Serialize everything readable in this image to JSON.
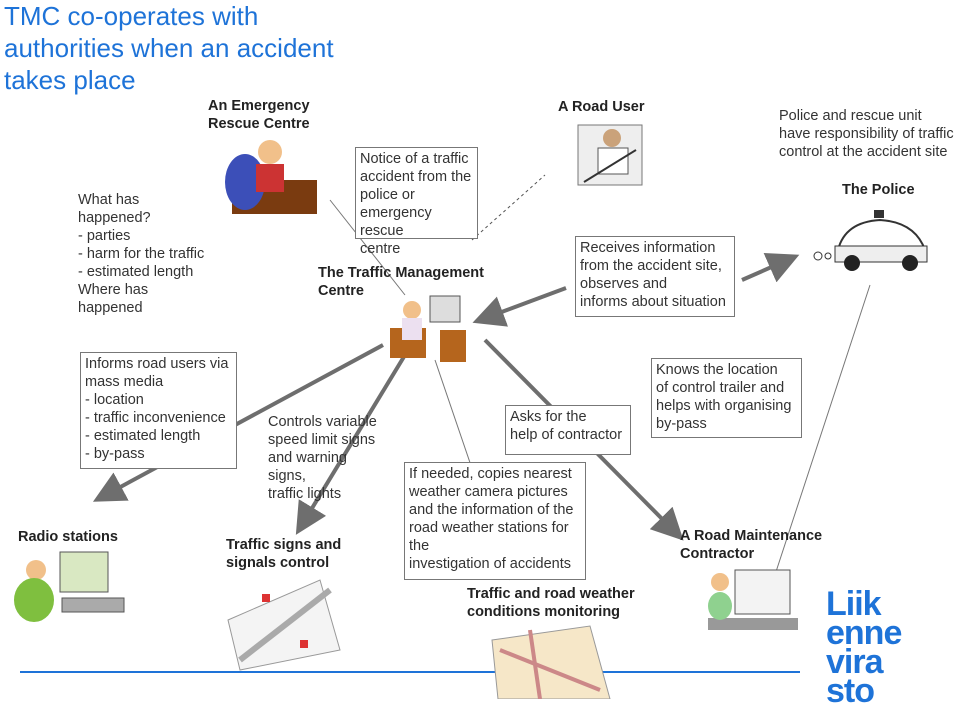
{
  "title": "TMC co-operates with authorities when an accident takes place",
  "nodes": {
    "emergency_centre": "An Emergency\nRescue Centre",
    "road_user": "A Road User",
    "police": "The Police",
    "tmc": "The Traffic Management\nCentre",
    "radio": "Radio stations",
    "signs": "Traffic signs and\nsignals control",
    "monitoring": "Traffic and road weather\nconditions monitoring",
    "contractor": "A Road Maintenance\nContractor"
  },
  "notes": {
    "what_happened": "What has\nhappened?\n- parties\n- harm for the traffic\n- estimated length\nWhere has\nhappened",
    "notice": "Notice of a traffic\naccident from the\npolice or\nemergency rescue\ncentre",
    "receives": "Receives information\nfrom the accident site,\nobserves and\ninforms about situation",
    "police_unit": "Police and rescue unit\nhave responsibility of traffic\ncontrol at the accident site",
    "informs": "Informs road users via\nmass media\n- location\n- traffic inconvenience\n- estimated length\n- by-pass",
    "controls": "Controls variable\nspeed limit signs\nand warning\nsigns,\ntraffic lights",
    "asks": "Asks for the\nhelp of contractor",
    "copies": "If needed, copies nearest\nweather camera pictures\nand the information of the\nroad weather stations for\nthe\ninvestigation of accidents",
    "knows": "Knows the location\nof control trailer and\nhelps with organising\nby-pass"
  },
  "logo": {
    "lines": [
      "Liik",
      "enne",
      "vira",
      "sto"
    ]
  },
  "colors": {
    "title": "#1e73d8",
    "arrow": "#6e6e6e",
    "logo": "#1e73d8",
    "rule": "#1e73d8"
  }
}
